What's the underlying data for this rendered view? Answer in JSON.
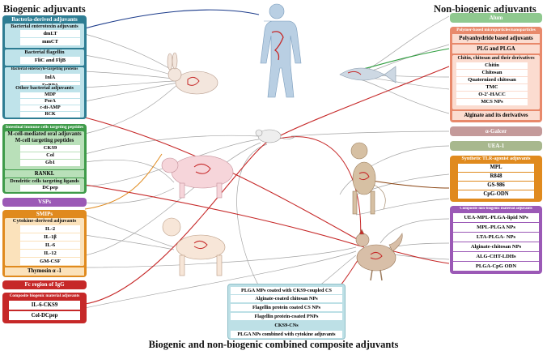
{
  "headings": {
    "left": "Biogenic adjuvants",
    "right": "Non-biogenic adjuvants",
    "bottom": "Biogenic and non-biogenic combined composite adjuvants"
  },
  "left": {
    "bacteria": {
      "title": "Bacteria-derived adjuvants",
      "groups": [
        {
          "title": "Bacterial enterotoxin adjuvants",
          "items": [
            "dmLT",
            "mmCT"
          ]
        },
        {
          "title": "Bacterial flagellin",
          "items": [
            "FliC and FljB"
          ]
        },
        {
          "title": "Bacterial enterocyte-targeting proteins",
          "items": [
            "InlA",
            "FnBPA"
          ]
        },
        {
          "title": "Other bacterial adjuvants",
          "items": [
            "MDP",
            "PorA",
            "c-di-AMP",
            "RCK"
          ]
        }
      ]
    },
    "intestinal": {
      "title": "Intestinal immune cells targeting peptides",
      "mcell_title": "M-cell-mediated oral adjuvants",
      "mcell_sub": "M-cell targeting peptides",
      "mcell_items": [
        "CKS9",
        "Col",
        "Gb1"
      ],
      "rankl": "RANKL",
      "dc_title": "Dendritic cells targeting ligands",
      "dc_items": [
        "DCpep"
      ]
    },
    "vsps": "VSPs",
    "smips": {
      "title": "SMIPs",
      "sub": "Cytokine-derived adjuvants",
      "items": [
        "IL-2",
        "IL-1β",
        "IL-6",
        "IL-12",
        "GM-CSF"
      ],
      "extra": "Thymosin α -1"
    },
    "fc": "Fc region of IgG",
    "composite": {
      "title": "Composite biogenic material adjuvants",
      "items": [
        "IL-6-CKS9",
        "Col-DCpep"
      ]
    }
  },
  "right": {
    "alum": "Alum",
    "polymer": {
      "title": "Polymer-based microparticles/nanoparticles",
      "items": [
        "Polyanhydride based adjuvants",
        "PLG and PLGA"
      ],
      "chitin_title": "Chitin, chitosan and their derivatives",
      "chitin_items": [
        "Chitin",
        "Chitosan",
        "Quaternized chitosan",
        "TMC",
        "O-2'-HACC",
        "MCS NPs"
      ],
      "alginate": "Alginate and its derivatives"
    },
    "galcer": "α-Galcer",
    "uea": "UEA-1",
    "tlr": {
      "title": "Synthetic TLR-agonist adjuvants",
      "items": [
        "MPL",
        "R848",
        "GS-986",
        "CpG-ODN"
      ]
    },
    "composite": {
      "title": "Composite non-biogenic material adjuvants",
      "items": [
        "UEA-MPL-PLGA-lipid NPs",
        "MPL-PLGA NPs",
        "LTA-PLGA- NPs",
        "Alginate-chitosan NPs",
        "ALG-CHT-LDHs",
        "PLGA-CpG ODN"
      ]
    }
  },
  "bottom": {
    "items": [
      "PLGA MPs coated with CKS9-coupled CS",
      "Alginate-coated chitosan NPs",
      "Flagellin protein coated CS NPs",
      "Flagellin protein-coated PNPs",
      "CKS9-CNs",
      "PLGA NPs combined with cytokine adjuvants"
    ]
  },
  "colors": {
    "teal": "#2e7d93",
    "green": "#3f9b4a",
    "purple": "#9b59b6",
    "orange": "#e08a1e",
    "red": "#c62828",
    "light_green": "#8fc98f",
    "salmon": "#e8896b",
    "mauve": "#c49a9a",
    "sage": "#a8b88e",
    "light_teal": "#bde0e6"
  },
  "icons": [
    "human-body-icon",
    "rabbit-icon",
    "mouse-icon",
    "pig-icon",
    "dog-icon",
    "fish-icon",
    "monkey-icon",
    "chicken-icon"
  ]
}
